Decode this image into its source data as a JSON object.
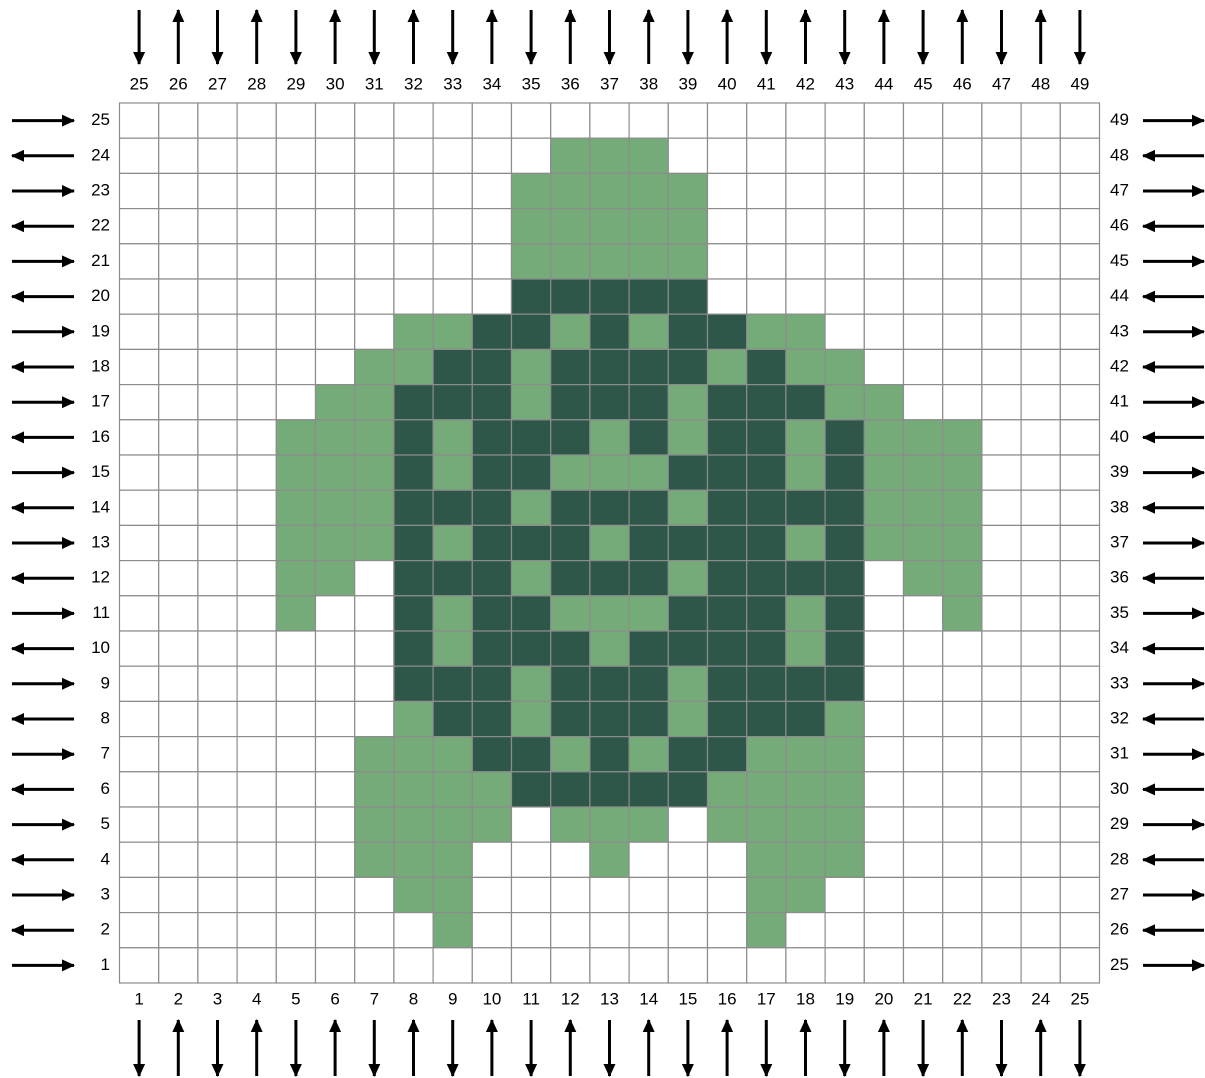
{
  "colors": {
    "light": "#74ab78",
    "dark": "#2e574a",
    "empty": "#ffffff",
    "grid_line": "#8c8c8c",
    "arrow": "#000000"
  },
  "top_col_labels": [
    "25",
    "26",
    "27",
    "28",
    "29",
    "30",
    "31",
    "32",
    "33",
    "34",
    "35",
    "36",
    "37",
    "38",
    "39",
    "40",
    "41",
    "42",
    "43",
    "44",
    "45",
    "46",
    "47",
    "48",
    "49"
  ],
  "top_arrows": [
    "down",
    "up",
    "down",
    "up",
    "down",
    "up",
    "down",
    "up",
    "down",
    "up",
    "down",
    "up",
    "down",
    "up",
    "down",
    "up",
    "down",
    "up",
    "down",
    "up",
    "down",
    "up",
    "down",
    "up",
    "down"
  ],
  "bottom_col_labels": [
    "1",
    "2",
    "3",
    "4",
    "5",
    "6",
    "7",
    "8",
    "9",
    "10",
    "11",
    "12",
    "13",
    "14",
    "15",
    "16",
    "17",
    "18",
    "19",
    "20",
    "21",
    "22",
    "23",
    "24",
    "25"
  ],
  "bottom_arrows": [
    "down",
    "up",
    "down",
    "up",
    "down",
    "up",
    "down",
    "up",
    "down",
    "up",
    "down",
    "up",
    "down",
    "up",
    "down",
    "up",
    "down",
    "up",
    "down",
    "up",
    "down",
    "up",
    "down",
    "up",
    "down"
  ],
  "left_row_labels": [
    "25",
    "24",
    "23",
    "22",
    "21",
    "20",
    "19",
    "18",
    "17",
    "16",
    "15",
    "14",
    "13",
    "12",
    "11",
    "10",
    "9",
    "8",
    "7",
    "6",
    "5",
    "4",
    "3",
    "2",
    "1"
  ],
  "left_arrows": [
    "right",
    "left",
    "right",
    "left",
    "right",
    "left",
    "right",
    "left",
    "right",
    "left",
    "right",
    "left",
    "right",
    "left",
    "right",
    "left",
    "right",
    "left",
    "right",
    "left",
    "right",
    "left",
    "right",
    "left",
    "right"
  ],
  "right_row_labels": [
    "49",
    "48",
    "47",
    "46",
    "45",
    "44",
    "43",
    "42",
    "41",
    "40",
    "39",
    "38",
    "37",
    "36",
    "35",
    "34",
    "33",
    "32",
    "31",
    "30",
    "29",
    "28",
    "27",
    "26",
    "25"
  ],
  "right_arrows": [
    "right",
    "left",
    "right",
    "left",
    "right",
    "left",
    "right",
    "left",
    "right",
    "left",
    "right",
    "left",
    "right",
    "left",
    "right",
    "left",
    "right",
    "left",
    "right",
    "left",
    "right",
    "left",
    "right",
    "left",
    "right"
  ],
  "chart_data": {
    "type": "heatmap",
    "legend": {
      "0": "white",
      "1": "light green",
      "2": "dark green"
    },
    "rows": [
      "0000000000000000000000000",
      "0000000000011100000000000",
      "0000000000111110000000000",
      "0000000000111110000000000",
      "0000000000111110000000000",
      "0000000000222220000000000",
      "0000000112212122110000000",
      "0000001122122221211000000",
      "0000011222122212221100000",
      "0000111212221212212111000",
      "0000111212211122212111000",
      "0000111222122212222111000",
      "0000111212221222212111000",
      "0000110222122212222011000",
      "0000100212211122212001000",
      "0000000212221222212000000",
      "0000000222122212222000000",
      "0000000122122212221000000",
      "0000001112212122111000000",
      "0000001111222221111000000",
      "0000001111011101111000000",
      "0000001110001000111000000",
      "0000000110000000110000000",
      "0000000010000000100000000",
      "0000000000000000000000000"
    ]
  }
}
